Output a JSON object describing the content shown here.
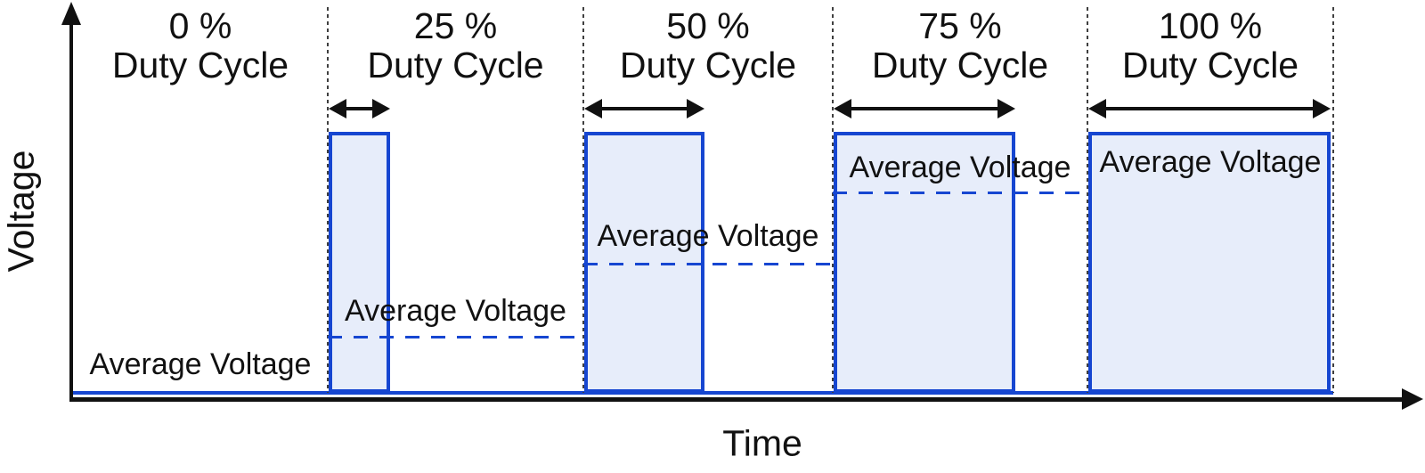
{
  "y_axis_label": "Voltage",
  "x_axis_label": "Time",
  "sections": [
    {
      "duty_label": "0 %",
      "duty_sublabel": "Duty Cycle",
      "average_label": "Average Voltage",
      "duty_percent": 0
    },
    {
      "duty_label": "25 %",
      "duty_sublabel": "Duty Cycle",
      "average_label": "Average Voltage",
      "duty_percent": 25
    },
    {
      "duty_label": "50 %",
      "duty_sublabel": "Duty Cycle",
      "average_label": "Average Voltage",
      "duty_percent": 50
    },
    {
      "duty_label": "75 %",
      "duty_sublabel": "Duty Cycle",
      "average_label": "Average Voltage",
      "duty_percent": 75
    },
    {
      "duty_label": "100 %",
      "duty_sublabel": "Duty Cycle",
      "average_label": "Average Voltage",
      "duty_percent": 100
    }
  ],
  "colors": {
    "pulse_stroke": "#1646d1",
    "pulse_fill": "#e7edfa",
    "separator": "#3f3f3f",
    "axis": "#111111"
  }
}
